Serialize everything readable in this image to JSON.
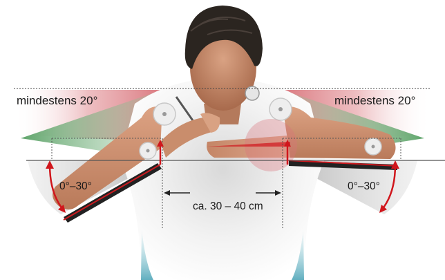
{
  "labels": {
    "min_left": "mindestens 20°",
    "min_right": "mindestens 20°",
    "range_left": "0°–30°",
    "range_right": "0°–30°",
    "distance": "ca. 30 – 40 cm"
  },
  "colors": {
    "red_sector": "#d9737a",
    "green_sector": "#4e9a5a",
    "grey_sector": "#bdbdbd",
    "arrow_red": "#d0161c",
    "skin": "#c98d6c",
    "hair": "#2b2520",
    "shirt": "#f2f2f2"
  }
}
